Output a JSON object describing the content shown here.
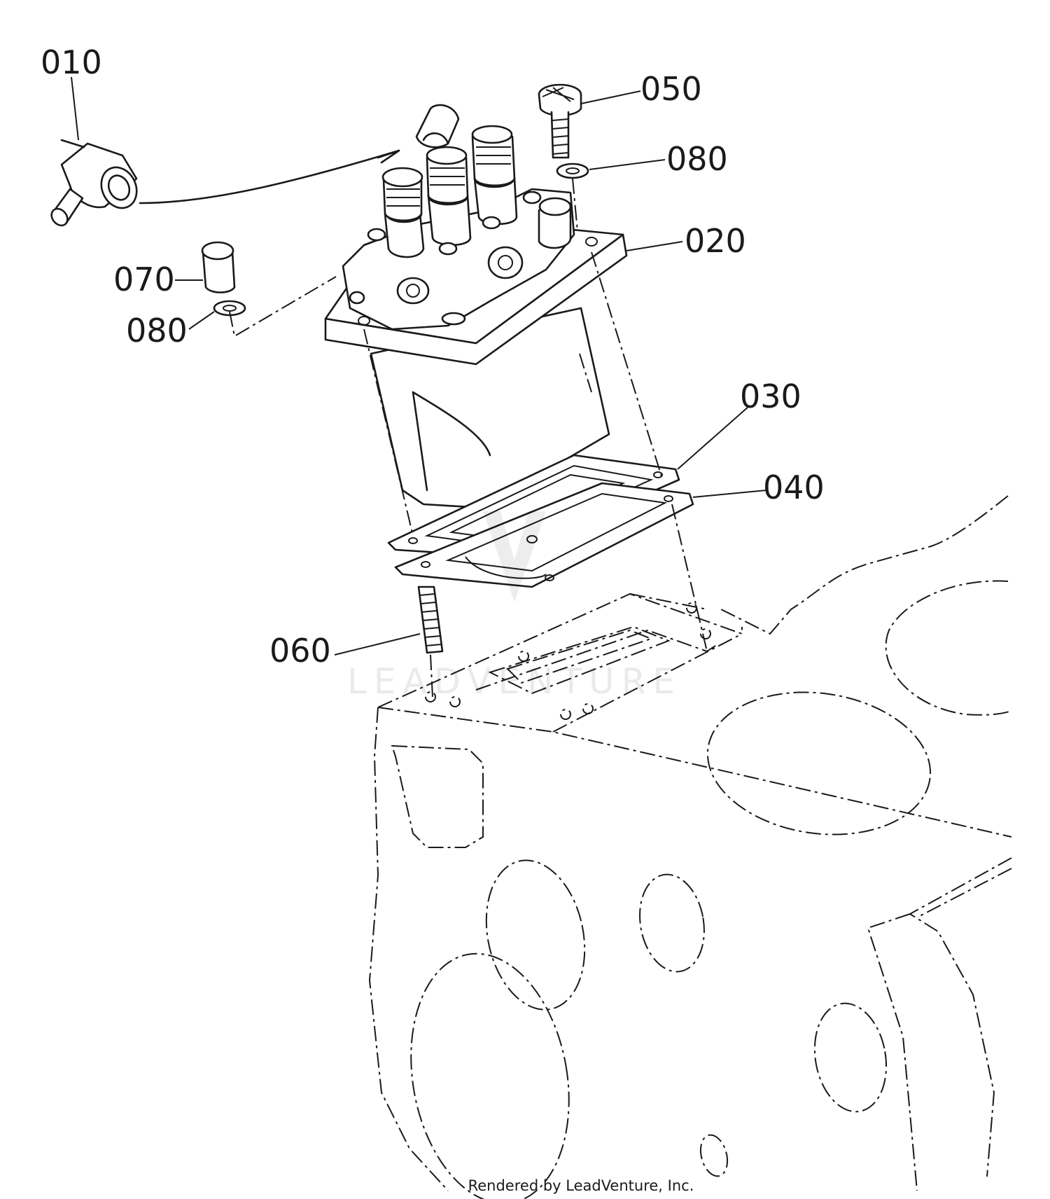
{
  "callouts": {
    "c010": "010",
    "c050": "050",
    "c080a": "080",
    "c020": "020",
    "c070": "070",
    "c080b": "080",
    "c030": "030",
    "c040": "040",
    "c060": "060"
  },
  "watermark": "LEADVENTURE",
  "credit": "Rendered by LeadVenture, Inc.",
  "colors": {
    "ink": "#1a1a1a",
    "background": "#ffffff"
  }
}
